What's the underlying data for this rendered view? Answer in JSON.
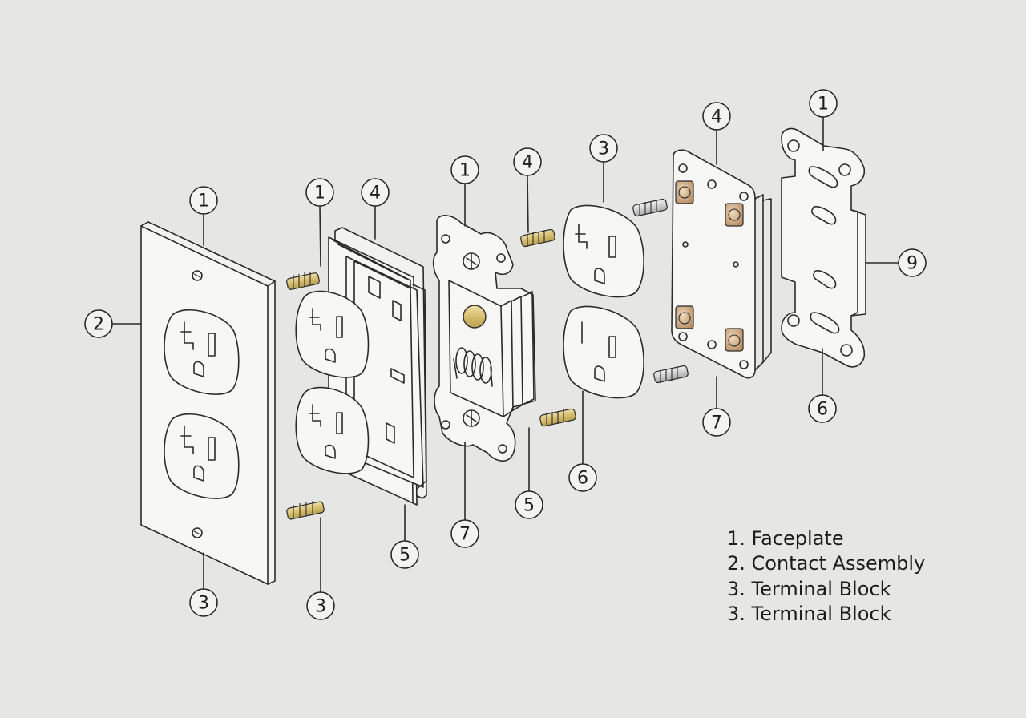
{
  "colors": {
    "background": "#e6e6e5",
    "line": "#2b2b2b",
    "brass": "#d9c27a",
    "copper": "#c9a27c",
    "silver": "#d8d8d8"
  },
  "callouts": [
    {
      "num": "1"
    },
    {
      "num": "2"
    },
    {
      "num": "3"
    },
    {
      "num": "1"
    },
    {
      "num": "4"
    },
    {
      "num": "5"
    },
    {
      "num": "1"
    },
    {
      "num": "4"
    },
    {
      "num": "3"
    },
    {
      "num": "7"
    },
    {
      "num": "5"
    },
    {
      "num": "3"
    },
    {
      "num": "6"
    },
    {
      "num": "4"
    },
    {
      "num": "7"
    },
    {
      "num": "1"
    },
    {
      "num": "9"
    },
    {
      "num": "6"
    }
  ],
  "legend": [
    {
      "text": "1. Faceplate"
    },
    {
      "text": "2. Contact Assembly"
    },
    {
      "text": "3. Terminal Block"
    },
    {
      "text": "3. Terminal Block"
    }
  ]
}
